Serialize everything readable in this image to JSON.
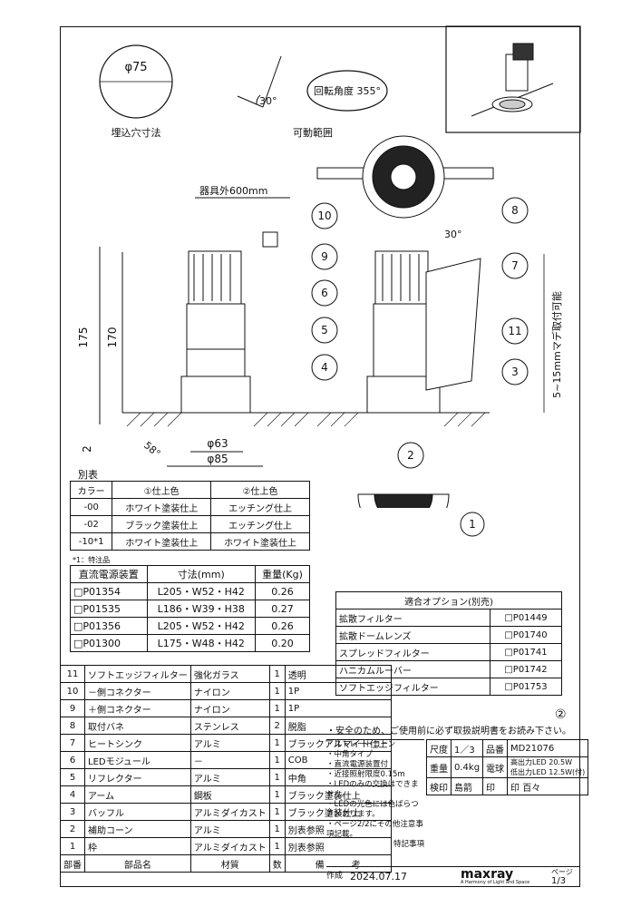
{
  "labels": {
    "hole_diameter": "φ75",
    "hole_caption": "埋込穴寸法",
    "angle_tilt": "30°",
    "rotation": "回転角度 355°",
    "movable_caption": "可動範囲",
    "cable_length": "器具外600mm",
    "tilt_top": "30°",
    "dim_175": "175",
    "dim_170": "170",
    "dim_2": "2",
    "angle_58": "58°",
    "dia_63": "φ63",
    "dia_85": "φ85",
    "ceiling_range": "5~15mmマデ取付可能",
    "callouts": [
      "10",
      "9",
      "6",
      "5",
      "4",
      "8",
      "7",
      "11",
      "3",
      "2",
      "1"
    ]
  },
  "bethyo": {
    "title": "別表",
    "headers": [
      "カラー",
      "①仕上色",
      "②仕上色"
    ],
    "rows": [
      [
        "-00",
        "ホワイト塗装仕上",
        "エッチング仕上"
      ],
      [
        "-02",
        "ブラック塗装仕上",
        "エッチング仕上"
      ],
      [
        "-10*1",
        "ホワイト塗装仕上",
        "ホワイト塗装仕上"
      ]
    ],
    "footnote": "*1：特注品"
  },
  "power_table": {
    "headers": [
      "直流電源装置",
      "寸法(mm)",
      "重量(Kg)"
    ],
    "rows": [
      [
        "□P01354",
        "L205・W52・H42",
        "0.26"
      ],
      [
        "□P01535",
        "L186・W39・H38",
        "0.27"
      ],
      [
        "□P01356",
        "L205・W52・H42",
        "0.26"
      ],
      [
        "□P01300",
        "L175・W48・H42",
        "0.20"
      ]
    ]
  },
  "options": {
    "title": "適合オプション(別売)",
    "rows": [
      [
        "拡散フィルター",
        "□P01449"
      ],
      [
        "拡散ドームレンズ",
        "□P01740"
      ],
      [
        "スプレッドフィルター",
        "□P01741"
      ],
      [
        "ハニカムルーバー",
        "□P01742"
      ],
      [
        "ソフトエッジフィルター",
        "□P01753"
      ]
    ]
  },
  "parts": {
    "headers": [
      "部番",
      "部品名",
      "材質",
      "数",
      "備　　　考"
    ],
    "rows": [
      [
        "11",
        "ソフトエッジフィルター",
        "強化ガラス",
        "1",
        "透明"
      ],
      [
        "10",
        "－側コネクター",
        "ナイロン",
        "1",
        "1P"
      ],
      [
        "9",
        "＋側コネクター",
        "ナイロン",
        "1",
        "1P"
      ],
      [
        "8",
        "取付バネ",
        "ステンレス",
        "2",
        "脱脂"
      ],
      [
        "7",
        "ヒートシンク",
        "アルミ",
        "1",
        "ブラックアルマイト仕上"
      ],
      [
        "6",
        "LEDモジュール",
        "－",
        "1",
        "COB"
      ],
      [
        "5",
        "リフレクター",
        "アルミ",
        "1",
        "中角"
      ],
      [
        "4",
        "アーム",
        "鋼板",
        "1",
        "ブラック塗装仕上"
      ],
      [
        "3",
        "バッフル",
        "アルミダイカスト",
        "1",
        "ブラック塗装仕上"
      ],
      [
        "2",
        "補助コーン",
        "アルミ",
        "1",
        "別表参照"
      ],
      [
        "1",
        "枠",
        "アルミダイカスト",
        "1",
        "別表参照"
      ]
    ]
  },
  "safety": "・安全のため、ご使用前に必ず取扱説明書をお読み下さい。",
  "safety_mark": "②",
  "notes": [
    "・ストレートコーン",
    "・中角タイプ",
    "・直流電源装置付",
    "・近接照射限度0.15m",
    "・LEDのみの交換はできません。",
    "・LEDの光色には色ばらつきがあります。",
    "・ページ2/2にその他注意事項記載。",
    "特記事項"
  ],
  "title_block": {
    "scale_label": "尺度",
    "scale": "1／3",
    "model_label": "品番",
    "model": "MD21076",
    "weight_label": "重量",
    "weight": "0.4",
    "weight_unit": "kg",
    "lamp_label": "電球",
    "lamp1": "高出力LED 20.5W",
    "lamp2": "低出力LED 12.5W",
    "lamp_mark": "(付)",
    "check_label": "検印",
    "checker": "島箭",
    "stamp1": "印",
    "stamp2": "印",
    "stamp3": "百々",
    "made_label": "作成",
    "date": "2024.07.17",
    "brand": "maxray",
    "brand_sub": "A Harmony of Light and Space",
    "page_label": "ページ",
    "page": "1/3"
  }
}
